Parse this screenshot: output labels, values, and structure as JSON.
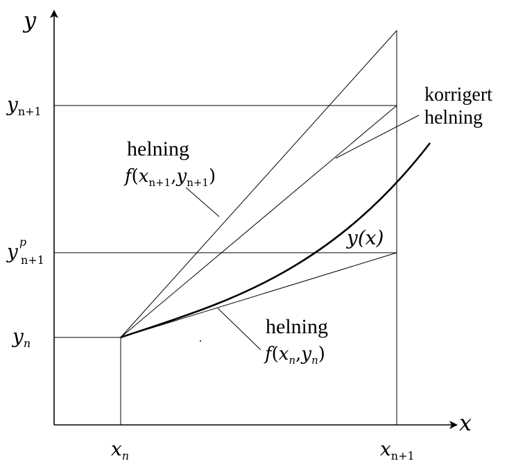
{
  "axes": {
    "x_label": "x",
    "y_label": "y"
  },
  "ticks": {
    "x_n": {
      "base": "x",
      "sub": "n"
    },
    "x_n1": {
      "base": "x",
      "sub": "n+1"
    },
    "y_n": {
      "base": "y",
      "sub": "n"
    },
    "y_n1": {
      "base": "y",
      "sub": "n+1"
    },
    "y_n1p": {
      "base": "y",
      "sub": "n+1",
      "sup": "p"
    }
  },
  "annotations": {
    "corrected_slope": {
      "line1": "korrigert",
      "line2": "helning"
    },
    "slope_predicted": {
      "title": "helning",
      "formula": {
        "f": "f",
        "x": "x",
        "xsub": "n+1",
        "comma": ",",
        "y": "y",
        "ysub": "n+1"
      }
    },
    "slope_start": {
      "title": "helning",
      "formula": {
        "f": "f",
        "x": "x",
        "xsub": "n",
        "comma": ",",
        "y": "y",
        "ysub": "n"
      }
    },
    "curve_label": "y(x)"
  }
}
